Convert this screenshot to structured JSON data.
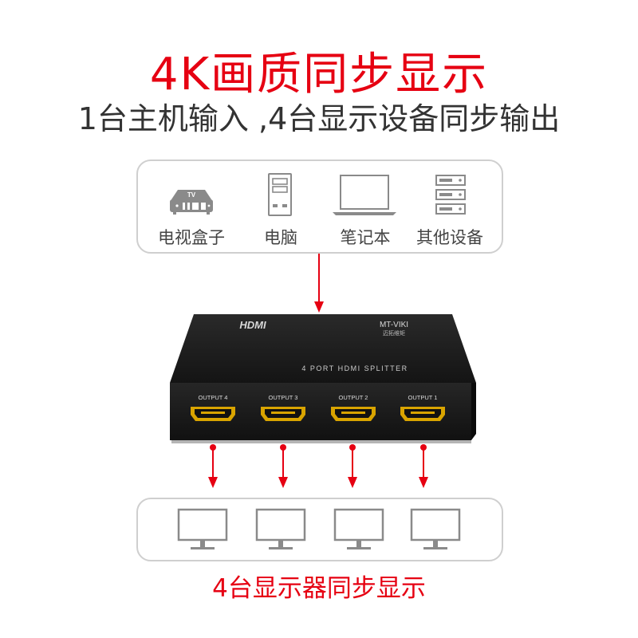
{
  "header": {
    "title": "4K画质同步显示",
    "subtitle": "1台主机输入 ,4台显示设备同步输出"
  },
  "sources": [
    {
      "label": "电视盒子",
      "icon": "tv-box-icon"
    },
    {
      "label": "电脑",
      "icon": "pc-tower-icon"
    },
    {
      "label": "笔记本",
      "icon": "laptop-icon"
    },
    {
      "label": "其他设备",
      "icon": "server-icon"
    }
  ],
  "splitter": {
    "logo": "HDMI",
    "brand": "MT-VIKI",
    "brand_sub": "迈拓维矩",
    "model_text": "4 PORT HDMI SPLITTER",
    "ports": [
      "OUTPUT 4",
      "OUTPUT 3",
      "OUTPUT 2",
      "OUTPUT 1"
    ]
  },
  "outputs": {
    "monitor_icon": "monitor-icon",
    "count": 4
  },
  "footer": {
    "caption": "4台显示器同步显示"
  },
  "colors": {
    "accent": "#e60012",
    "text": "#333333",
    "border": "#cfcfcf",
    "icon": "#8a8a8a",
    "device_body": "#1e1e1e",
    "port_gold": "#d9a400"
  }
}
